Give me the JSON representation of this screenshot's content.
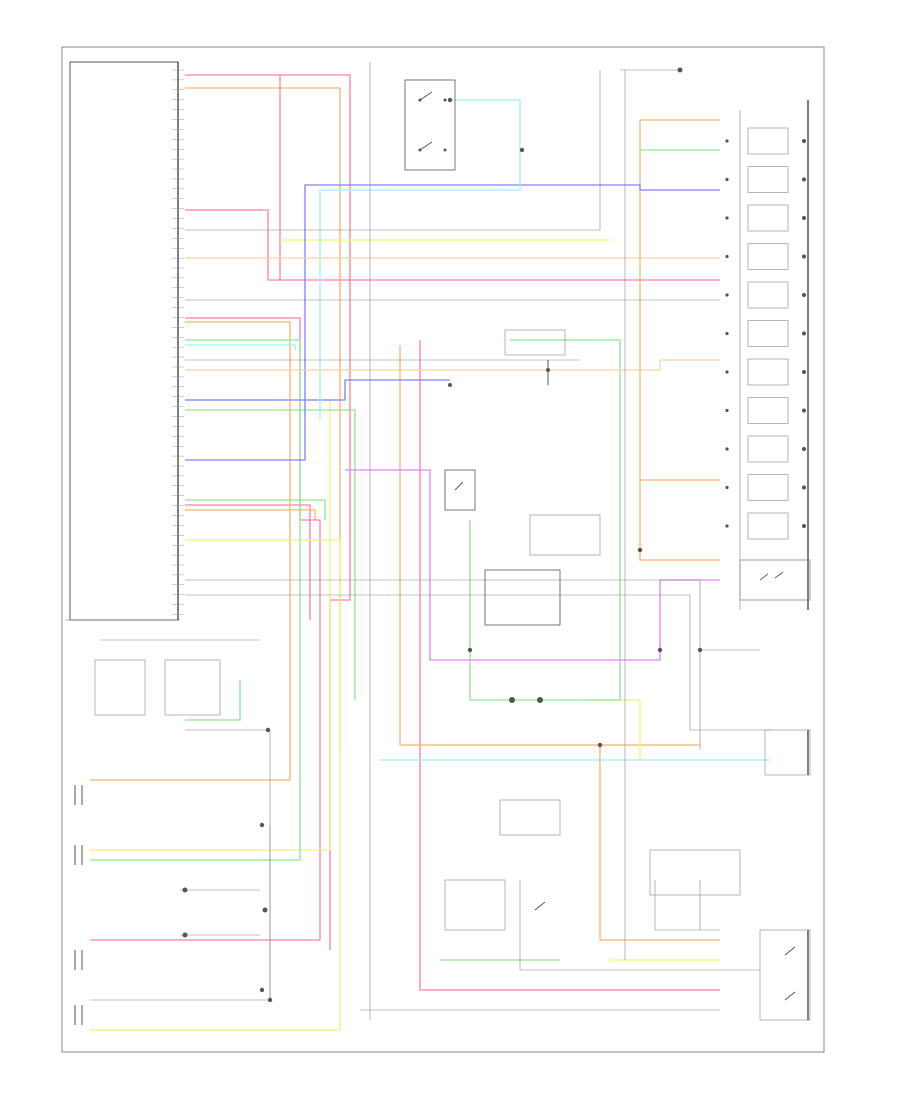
{
  "colors": {
    "frame": "#555555",
    "pink": "#ff80a0",
    "orange": "#ffb070",
    "yellow": "#f5f07a",
    "green": "#8fe68f",
    "blue": "#8080ff",
    "cyan": "#9ff0f0",
    "violet": "#e080ff",
    "tan": "#f0d8a0",
    "gray": "#b0b0b0"
  },
  "icons": [
    "ground-symbol",
    "switch-symbol",
    "sensor-coil-symbol",
    "connector-pin-symbol"
  ]
}
